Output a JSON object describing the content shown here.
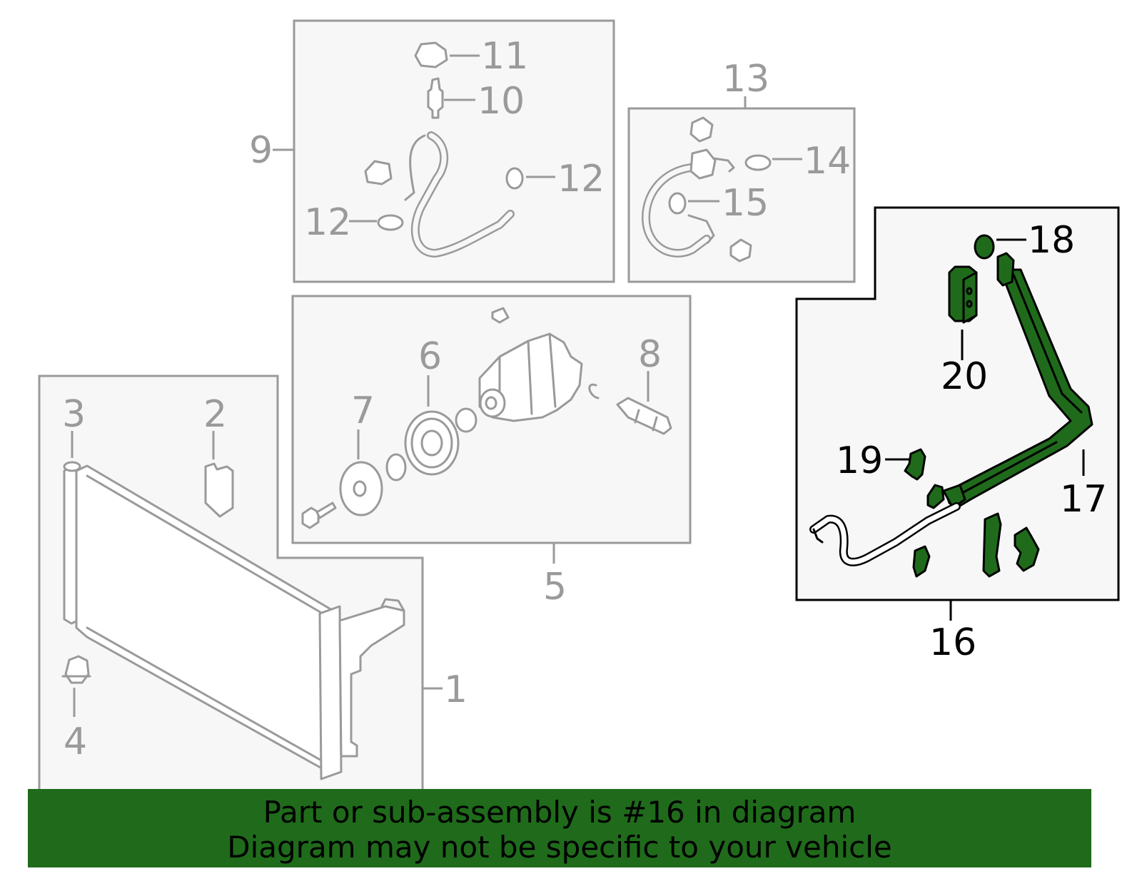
{
  "callouts": {
    "c1": "1",
    "c2": "2",
    "c3": "3",
    "c4": "4",
    "c5": "5",
    "c6": "6",
    "c7": "7",
    "c8": "8",
    "c9": "9",
    "c10": "10",
    "c11": "11",
    "c12a": "12",
    "c12b": "12",
    "c13": "13",
    "c14": "14",
    "c15": "15",
    "c16": "16",
    "c17": "17",
    "c18": "18",
    "c19": "19",
    "c20": "20"
  },
  "highlight": {
    "part_number": "16",
    "color": "#1f6b1b"
  },
  "colors": {
    "inactive": "#9a9a9a",
    "panel": "#f7f7f7",
    "active_outline": "#000000"
  },
  "banner": {
    "line1": "Part or sub-assembly is #16 in diagram",
    "line2": "Diagram may not be specific to your vehicle"
  }
}
